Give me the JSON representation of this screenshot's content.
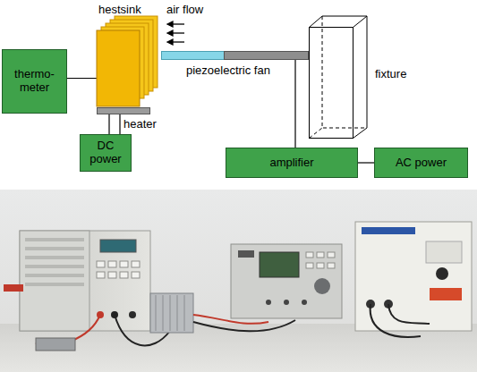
{
  "diagram": {
    "nodes": [
      {
        "text": [
          "hestsink"
        ]
      },
      {
        "text": [
          "thermo- meter"
        ]
      },
      {
        "text": [
          "heater"
        ]
      },
      {
        "text": [
          "DC power"
        ]
      },
      {
        "text": [
          "piezoelectric fan"
        ]
      },
      {
        "text": [
          "fixture"
        ]
      },
      {
        "text": [
          "amplifier"
        ]
      },
      {
        "text": [
          "AC power"
        ]
      }
    ],
    "edges": [
      {
        "from": 1,
        "to": 0,
        "arrow": "none"
      },
      {
        "from": 2,
        "to": 3,
        "arrow": "none"
      },
      {
        "from": 2,
        "to": 3,
        "arrow": "none"
      },
      {
        "from": 4,
        "to": 6,
        "arrow": "none"
      },
      {
        "from": 6,
        "to": 7,
        "arrow": "none"
      }
    ],
    "labels": [
      "air flow"
    ]
  }
}
